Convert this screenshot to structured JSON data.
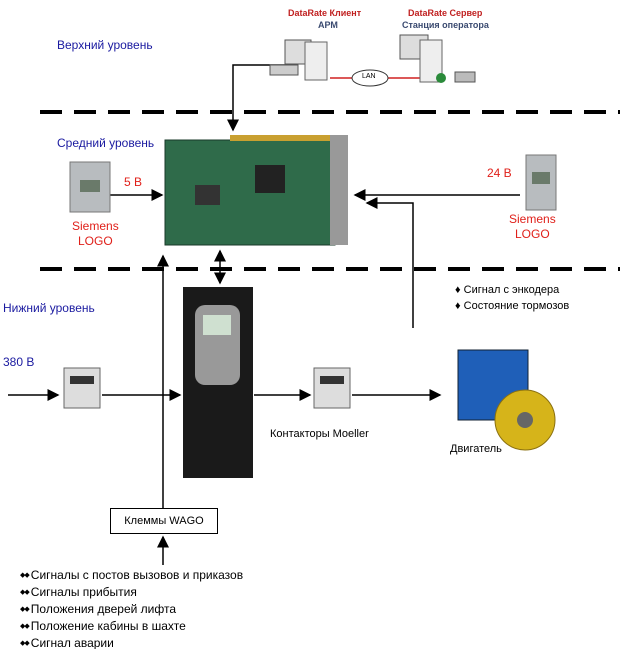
{
  "levels": {
    "top": "Верхний уровень",
    "middle": "Средний уровень",
    "bottom": "Нижний уровень"
  },
  "client": {
    "title": "DataRate Клиент",
    "subtitle": "АРМ"
  },
  "server": {
    "title": "DataRate Сервер",
    "subtitle": "Станция оператора"
  },
  "lan": "LAN",
  "logo_left": {
    "voltage": "5 В",
    "name1": "Siemens",
    "name2": "LOGO"
  },
  "logo_right": {
    "voltage": "24 В",
    "name1": "Siemens",
    "name2": "LOGO"
  },
  "supply": "380 В",
  "contactors": "Контакторы Moeller",
  "motor": "Двигатель",
  "wago": "Клеммы WAGO",
  "encoder_signals": [
    "Сигнал с энкодера",
    "Состояние тормозов"
  ],
  "inputs": [
    "Сигналы с постов вызовов и приказов",
    "Сигналы прибытия",
    "Положения дверей лифта",
    "Положение кабины в шахте",
    "Сигнал аварии"
  ]
}
